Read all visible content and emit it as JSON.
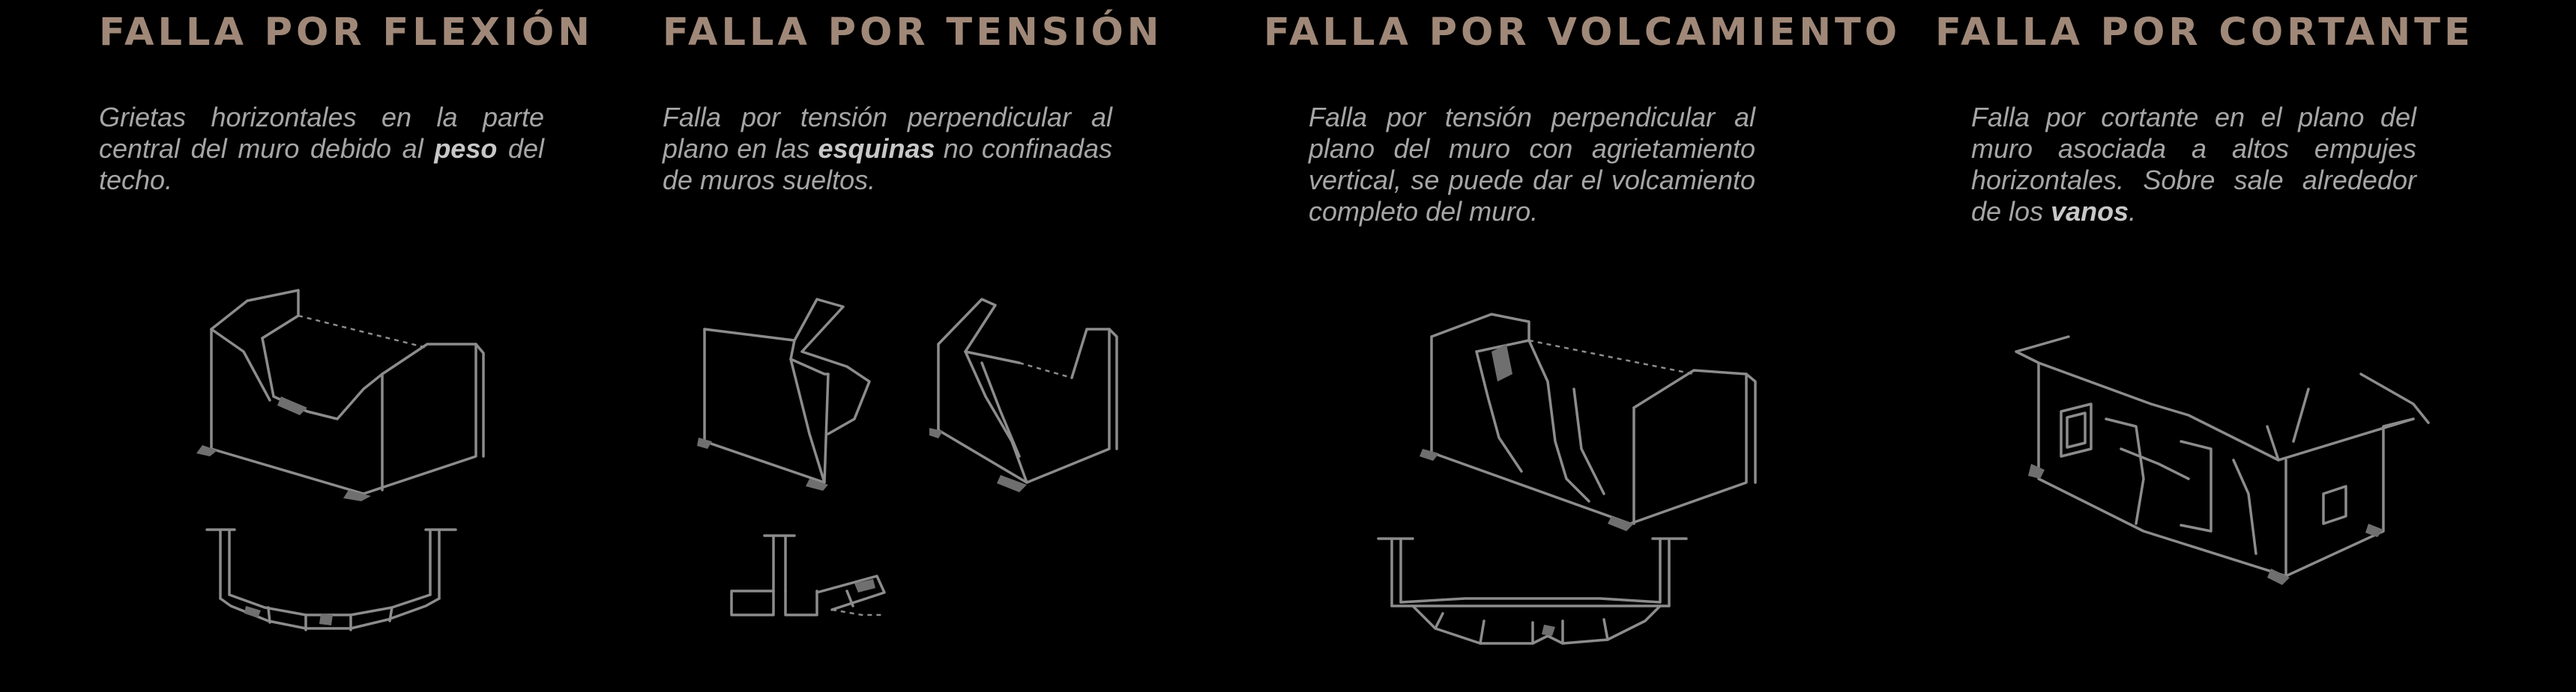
{
  "panels": [
    {
      "title": "FALLA POR FLEXIÓN",
      "description": {
        "before": "Grietas horizontales en la parte central del muro debido al ",
        "bold": "peso",
        "after": " del techo."
      }
    },
    {
      "title": "FALLA POR TENSIÓN",
      "description": {
        "before": "Falla por tensión perpendicular al plano en las ",
        "bold": "esquinas",
        "after": " no confinadas de muros sueltos."
      }
    },
    {
      "title": "FALLA POR VOLCAMIENTO",
      "description": {
        "before": "Falla por tensión perpendicular al plano del muro con agrietamiento vertical, se puede dar el volcamiento completo del muro.",
        "bold": "",
        "after": ""
      }
    },
    {
      "title": "FALLA POR CORTANTE",
      "description": {
        "before": "Falla por cortante en el plano del muro asociada a altos empujes horizontales. Sobre sale alrededor de los ",
        "bold": "vanos",
        "after": "."
      }
    }
  ],
  "colors": {
    "background": "#000000",
    "title": "#a08878",
    "text": "#a6a6a6",
    "sketch": "#8c8c8c"
  }
}
